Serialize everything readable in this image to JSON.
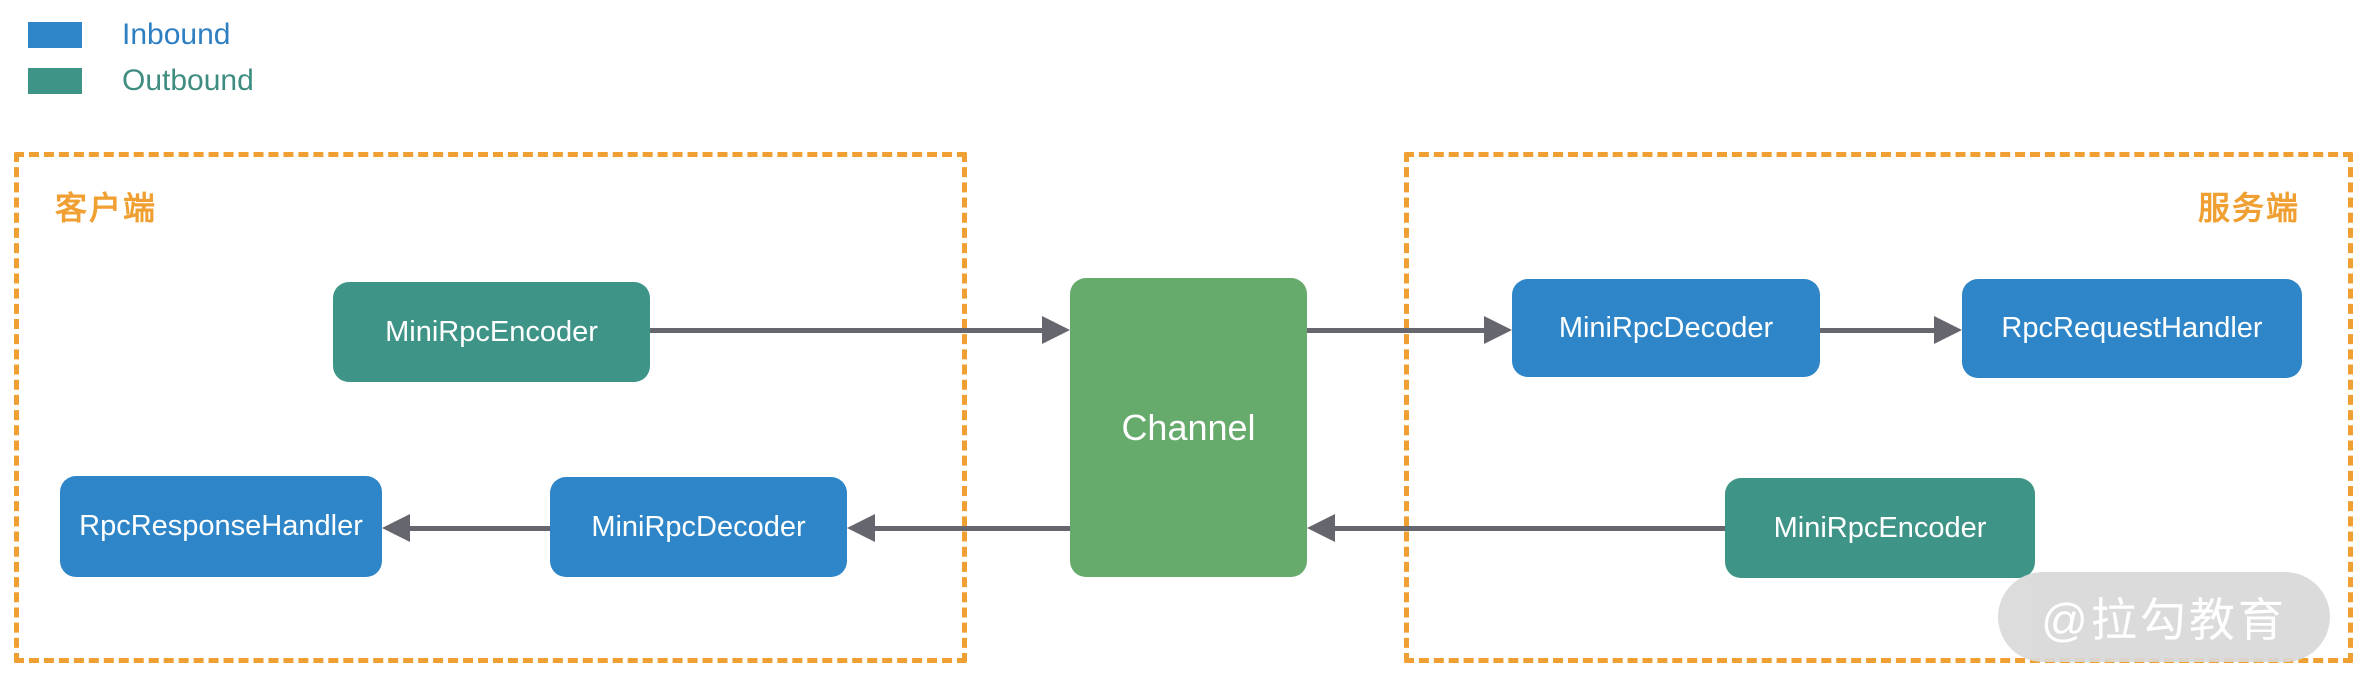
{
  "legend": {
    "items": [
      {
        "label": "Inbound",
        "color": "#2e86c8"
      },
      {
        "label": "Outbound",
        "color": "#3f9488"
      }
    ]
  },
  "regions": {
    "client": {
      "label": "客户端"
    },
    "server": {
      "label": "服务端"
    }
  },
  "nodes": {
    "client_encoder": {
      "label": "MiniRpcEncoder",
      "type": "outbound"
    },
    "channel": {
      "label": "Channel",
      "type": "channel"
    },
    "server_decoder": {
      "label": "MiniRpcDecoder",
      "type": "inbound"
    },
    "rpc_request_handler": {
      "label": "RpcRequestHandler",
      "type": "inbound"
    },
    "server_encoder": {
      "label": "MiniRpcEncoder",
      "type": "outbound"
    },
    "client_decoder": {
      "label": "MiniRpcDecoder",
      "type": "inbound"
    },
    "rpc_response_handler": {
      "label": "RpcResponseHandler",
      "type": "inbound"
    }
  },
  "watermark": {
    "text": "@拉勾教育"
  },
  "colors": {
    "inbound": "#2e86c8",
    "outbound": "#3f9488",
    "channel": "#67ab6c",
    "region_border": "#f0a032",
    "region_label": "#f0a032",
    "arrow": "#66666e",
    "watermark_bg": "#d9d9d9"
  }
}
